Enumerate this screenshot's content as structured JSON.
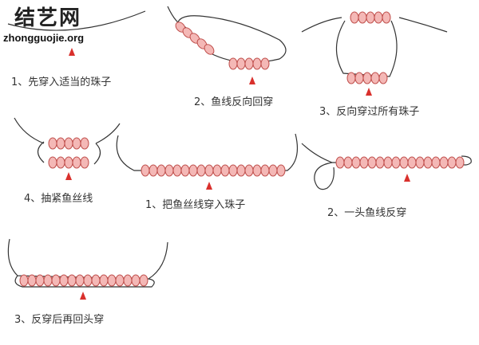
{
  "brand": {
    "name_cn": "结艺网",
    "url": "zhongguojie.org"
  },
  "colors": {
    "bead_fill": "#f4b8b6",
    "bead_stroke": "#c0504d",
    "thread": "#333333",
    "marker": "#d9302c"
  },
  "steps": [
    {
      "id": "s1",
      "label": "1、先穿入适当的珠子"
    },
    {
      "id": "s2",
      "label": "2、鱼线反向回穿"
    },
    {
      "id": "s3",
      "label": "3、反向穿过所有珠子"
    },
    {
      "id": "s4",
      "label": "4、抽紧鱼丝线"
    },
    {
      "id": "b1",
      "label": "1、把鱼丝线穿入珠子"
    },
    {
      "id": "b2",
      "label": "2、一头鱼线反穿"
    },
    {
      "id": "b3",
      "label": "3、反穿后再回头穿"
    }
  ]
}
